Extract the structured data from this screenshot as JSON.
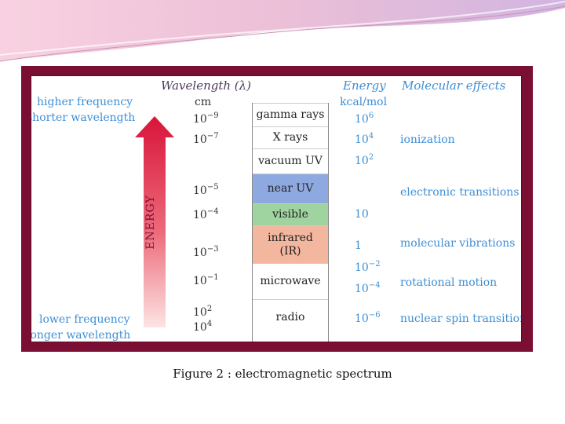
{
  "headers": {
    "wavelength": "Wavelength (λ)",
    "wavelength_unit": "cm",
    "energy": "Energy",
    "energy_unit": "kcal/mol",
    "effects": "Molecular effects"
  },
  "arrow": {
    "label": "ENERGY",
    "top_note_1": "higher frequency",
    "top_note_2": "shorter wavelength",
    "bottom_note_1": "lower frequency",
    "bottom_note_2": "longer wavelength"
  },
  "wavelengths": [
    {
      "base": "10",
      "exp": "−9"
    },
    {
      "base": "10",
      "exp": "−7"
    },
    {
      "base": "10",
      "exp": "−5"
    },
    {
      "base": "10",
      "exp": "−4"
    },
    {
      "base": "10",
      "exp": "−3"
    },
    {
      "base": "10",
      "exp": "−1"
    },
    {
      "base": "10",
      "exp": "2"
    },
    {
      "base": "10",
      "exp": "4"
    }
  ],
  "bands": [
    {
      "label": "gamma rays",
      "color": "#ffffff"
    },
    {
      "label": "X rays",
      "color": "#ffffff"
    },
    {
      "label": "vacuum UV",
      "color": "#ffffff"
    },
    {
      "label": "near UV",
      "color": "#8ea9e0"
    },
    {
      "label": "visible",
      "color": "#9fd4a0"
    },
    {
      "label": "infrared",
      "label2": "(IR)",
      "color": "#f3b69e"
    },
    {
      "label": "microwave",
      "color": "#ffffff"
    },
    {
      "label": "radio",
      "color": "#ffffff"
    }
  ],
  "energies": [
    {
      "base": "10",
      "exp": "6"
    },
    {
      "base": "10",
      "exp": "4"
    },
    {
      "base": "10",
      "exp": "2"
    },
    {
      "base": "10",
      "exp": ""
    },
    {
      "base": "1",
      "exp": ""
    },
    {
      "base": "10",
      "exp": "−2"
    },
    {
      "base": "10",
      "exp": "−4"
    },
    {
      "base": "10",
      "exp": "−6"
    }
  ],
  "effects": [
    "ionization",
    "electronic transitions",
    "molecular vibrations",
    "rotational motion",
    "nuclear spin transitions"
  ],
  "caption": "Figure 2 : electromagnetic spectrum",
  "colors": {
    "frame": "#7a0e33",
    "label_blue": "#3d8fd6",
    "arrow_top": "#d8143a",
    "arrow_bottom": "#fde4e4"
  }
}
